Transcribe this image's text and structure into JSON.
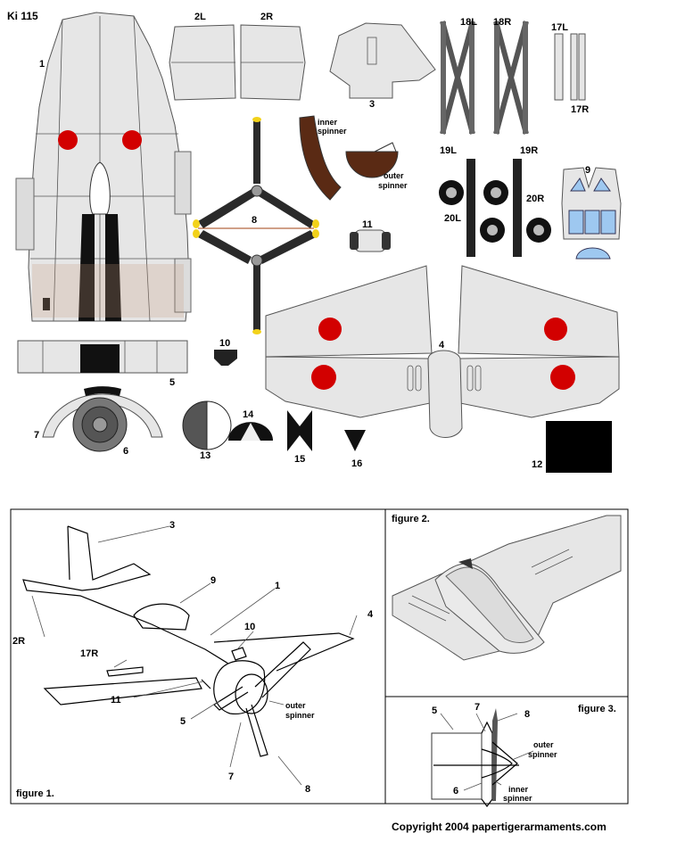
{
  "title": "Ki 115",
  "parts": {
    "p1": "1",
    "p2L": "2L",
    "p2R": "2R",
    "p3": "3",
    "p18L": "18L",
    "p18R": "18R",
    "p19L": "19L",
    "p19R": "19R",
    "p17L": "17L",
    "p17R": "17R",
    "inner_spinner_a": "inner",
    "inner_spinner_b": "spinner",
    "outer_spinner_a": "outer",
    "outer_spinner_b": "spinner",
    "p8": "8",
    "p11": "11",
    "p20L": "20L",
    "p20R": "20R",
    "p9": "9",
    "p4": "4",
    "p5": "5",
    "p10": "10",
    "p7": "7",
    "p6": "6",
    "p13": "13",
    "p14": "14",
    "p15": "15",
    "p16": "16",
    "p12": "12"
  },
  "figure1": {
    "caption": "figure 1.",
    "l3": "3",
    "l9": "9",
    "l1": "1",
    "l4": "4",
    "l2R": "2R",
    "l10": "10",
    "l17R": "17R",
    "l11": "11",
    "l5": "5",
    "l7": "7",
    "l8": "8",
    "outer_a": "outer",
    "outer_b": "spinner"
  },
  "figure2": {
    "caption": "figure 2."
  },
  "figure3": {
    "caption": "figure 3.",
    "l5": "5",
    "l7": "7",
    "l8": "8",
    "l6": "6",
    "outer_a": "outer",
    "outer_b": "spinner",
    "inner_a": "inner",
    "inner_b": "spinner"
  },
  "copyright": "Copyright 2004 papertigerarmaments.com",
  "colors": {
    "hinomaru": "#d20000",
    "part_fill": "#e6e6e6",
    "spinner_brown": "#5a2a14",
    "prop_tip": "#f2d21a"
  }
}
